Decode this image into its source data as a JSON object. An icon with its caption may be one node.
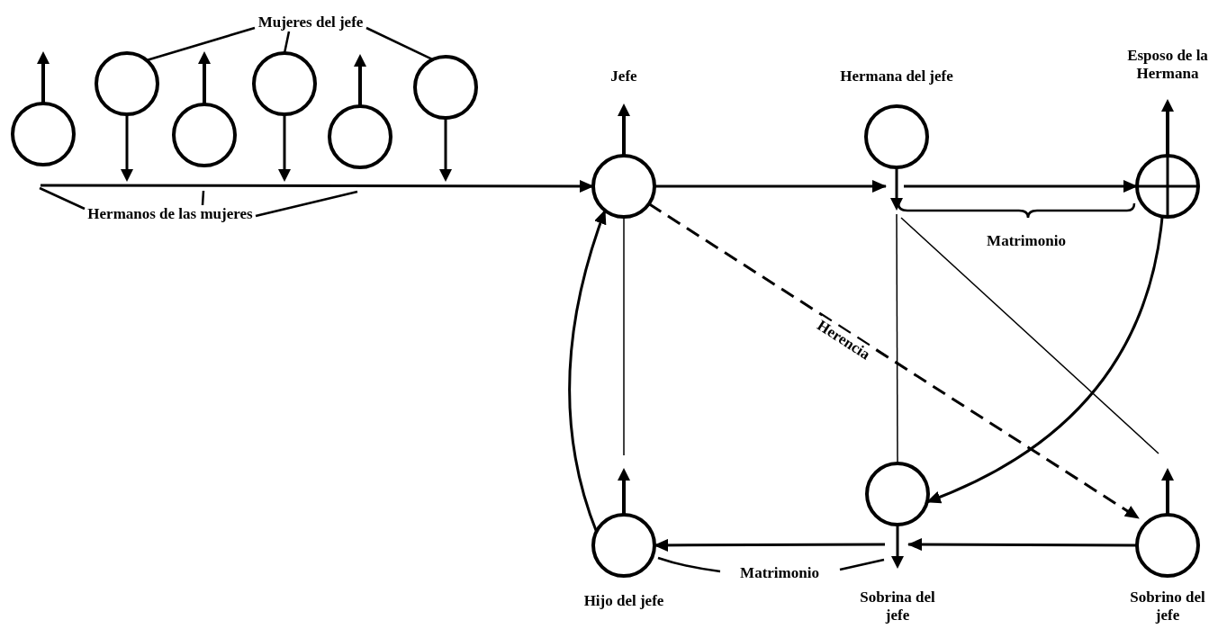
{
  "diagram": {
    "nodes": [
      {
        "text": [],
        "shape": "circle"
      },
      {
        "text": [],
        "shape": "circle"
      },
      {
        "text": [],
        "shape": "circle"
      },
      {
        "text": [],
        "shape": "circle"
      },
      {
        "text": [],
        "shape": "circle"
      },
      {
        "text": [],
        "shape": "circle"
      },
      {
        "text": [
          "Mujeres del jefe"
        ]
      },
      {
        "text": [
          "Hermanos de las mujeres"
        ]
      },
      {
        "text": [
          "Jefe"
        ]
      },
      {
        "text": [
          "Hermana del jefe"
        ]
      },
      {
        "text": [
          "Esposo de la Hermana"
        ]
      },
      {
        "text": [
          "Hijo del jefe"
        ]
      },
      {
        "text": [
          "Sobrina del jefe"
        ]
      },
      {
        "text": [
          "Sobrino del jefe"
        ]
      }
    ],
    "edges": [
      {
        "from": null,
        "to": 8,
        "arrow": "to"
      },
      {
        "from": 8,
        "to": 9,
        "arrow": "to"
      },
      {
        "from": 9,
        "to": 10,
        "arrow": "to"
      },
      {
        "from": 8,
        "to": 13,
        "arrow": "to",
        "label": "Herencia",
        "style": "dashed"
      },
      {
        "from": 8,
        "to": 11,
        "arrow": "none"
      },
      {
        "from": 11,
        "to": 8,
        "arrow": "to"
      },
      {
        "from": 9,
        "to": 12,
        "arrow": "none"
      },
      {
        "from": 9,
        "to": 13,
        "arrow": "none"
      },
      {
        "from": 10,
        "to": 12,
        "arrow": "to"
      },
      {
        "from": 12,
        "to": 11,
        "arrow": "to"
      },
      {
        "from": 13,
        "to": 12,
        "arrow": "to"
      },
      {
        "from": 6,
        "to": 1,
        "arrow": "none"
      },
      {
        "from": 6,
        "to": 3,
        "arrow": "none"
      },
      {
        "from": 6,
        "to": 5,
        "arrow": "none"
      },
      {
        "from": 7,
        "to": null,
        "arrow": "none"
      },
      {
        "from": 7,
        "to": null,
        "arrow": "none"
      },
      {
        "from": 7,
        "to": null,
        "arrow": "none"
      }
    ],
    "labels": [
      "Matrimonio",
      "Matrimonio"
    ]
  }
}
